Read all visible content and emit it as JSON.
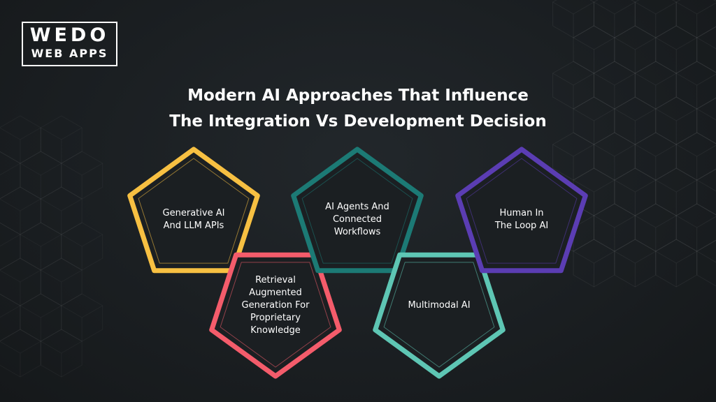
{
  "logo": {
    "line1": "WEDO",
    "line2": "WEB APPS"
  },
  "title": {
    "line1": "Modern AI Approaches That Influence",
    "line2": "The Integration Vs Development Decision"
  },
  "nodes": [
    {
      "id": "generative-ai",
      "label": "Generative AI And LLM APIs",
      "lines": [
        "Generative AI",
        "And LLM APIs"
      ],
      "color": "#f7c042"
    },
    {
      "id": "rag",
      "label": "Retrieval Augmented Generation For Proprietary Knowledge",
      "lines": [
        "Retrieval",
        "Augmented",
        "Generation For",
        "Proprietary",
        "Knowledge"
      ],
      "color": "#f45c6b"
    },
    {
      "id": "ai-agents",
      "label": "AI Agents And Connected Workflows",
      "lines": [
        "AI Agents And",
        "Connected",
        "Workflows"
      ],
      "color": "#1c7a75"
    },
    {
      "id": "multimodal",
      "label": "Multimodal AI",
      "lines": [
        "Multimodal AI"
      ],
      "color": "#5ec6b4"
    },
    {
      "id": "human-loop",
      "label": "Human In The Loop AI",
      "lines": [
        "Human In",
        "The Loop AI"
      ],
      "color": "#5b3db3"
    }
  ],
  "connector_color": "#f7c042",
  "background_color": "#1c2023"
}
